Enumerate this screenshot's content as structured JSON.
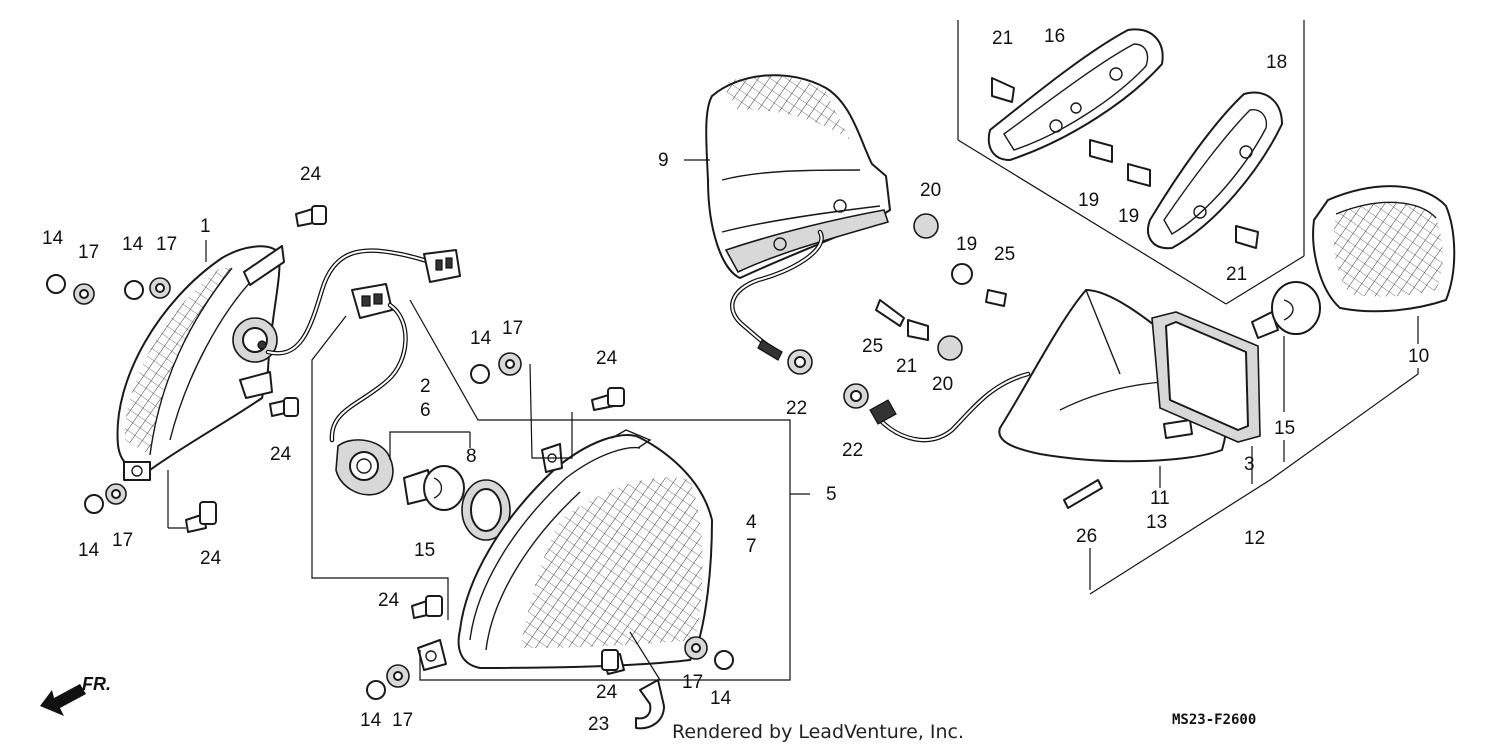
{
  "callouts": [
    {
      "id": "c-1",
      "text": "1"
    },
    {
      "id": "c-2",
      "text": "2"
    },
    {
      "id": "c-3",
      "text": "3"
    },
    {
      "id": "c-4",
      "text": "4"
    },
    {
      "id": "c-5",
      "text": "5"
    },
    {
      "id": "c-6",
      "text": "6"
    },
    {
      "id": "c-7",
      "text": "7"
    },
    {
      "id": "c-8",
      "text": "8"
    },
    {
      "id": "c-9",
      "text": "9"
    },
    {
      "id": "c-10",
      "text": "10"
    },
    {
      "id": "c-11",
      "text": "11"
    },
    {
      "id": "c-12",
      "text": "12"
    },
    {
      "id": "c-13",
      "text": "13"
    },
    {
      "id": "c-14a",
      "text": "14"
    },
    {
      "id": "c-14b",
      "text": "14"
    },
    {
      "id": "c-14c",
      "text": "14"
    },
    {
      "id": "c-14d",
      "text": "14"
    },
    {
      "id": "c-14e",
      "text": "14"
    },
    {
      "id": "c-14f",
      "text": "14"
    },
    {
      "id": "c-15a",
      "text": "15"
    },
    {
      "id": "c-15b",
      "text": "15"
    },
    {
      "id": "c-16",
      "text": "16"
    },
    {
      "id": "c-17a",
      "text": "17"
    },
    {
      "id": "c-17b",
      "text": "17"
    },
    {
      "id": "c-17c",
      "text": "17"
    },
    {
      "id": "c-17d",
      "text": "17"
    },
    {
      "id": "c-17e",
      "text": "17"
    },
    {
      "id": "c-17f",
      "text": "17"
    },
    {
      "id": "c-18",
      "text": "18"
    },
    {
      "id": "c-19a",
      "text": "19"
    },
    {
      "id": "c-19b",
      "text": "19"
    },
    {
      "id": "c-19c",
      "text": "19"
    },
    {
      "id": "c-20a",
      "text": "20"
    },
    {
      "id": "c-20b",
      "text": "20"
    },
    {
      "id": "c-21a",
      "text": "21"
    },
    {
      "id": "c-21b",
      "text": "21"
    },
    {
      "id": "c-21c",
      "text": "21"
    },
    {
      "id": "c-22a",
      "text": "22"
    },
    {
      "id": "c-22b",
      "text": "22"
    },
    {
      "id": "c-23",
      "text": "23"
    },
    {
      "id": "c-24a",
      "text": "24"
    },
    {
      "id": "c-24b",
      "text": "24"
    },
    {
      "id": "c-24c",
      "text": "24"
    },
    {
      "id": "c-24d",
      "text": "24"
    },
    {
      "id": "c-24e",
      "text": "24"
    },
    {
      "id": "c-24f",
      "text": "24"
    },
    {
      "id": "c-25a",
      "text": "25"
    },
    {
      "id": "c-25b",
      "text": "25"
    },
    {
      "id": "c-26",
      "text": "26"
    }
  ],
  "direction_label": "FR.",
  "drawing_code": "MS23-F2600",
  "credit": "Rendered by LeadVenture, Inc."
}
